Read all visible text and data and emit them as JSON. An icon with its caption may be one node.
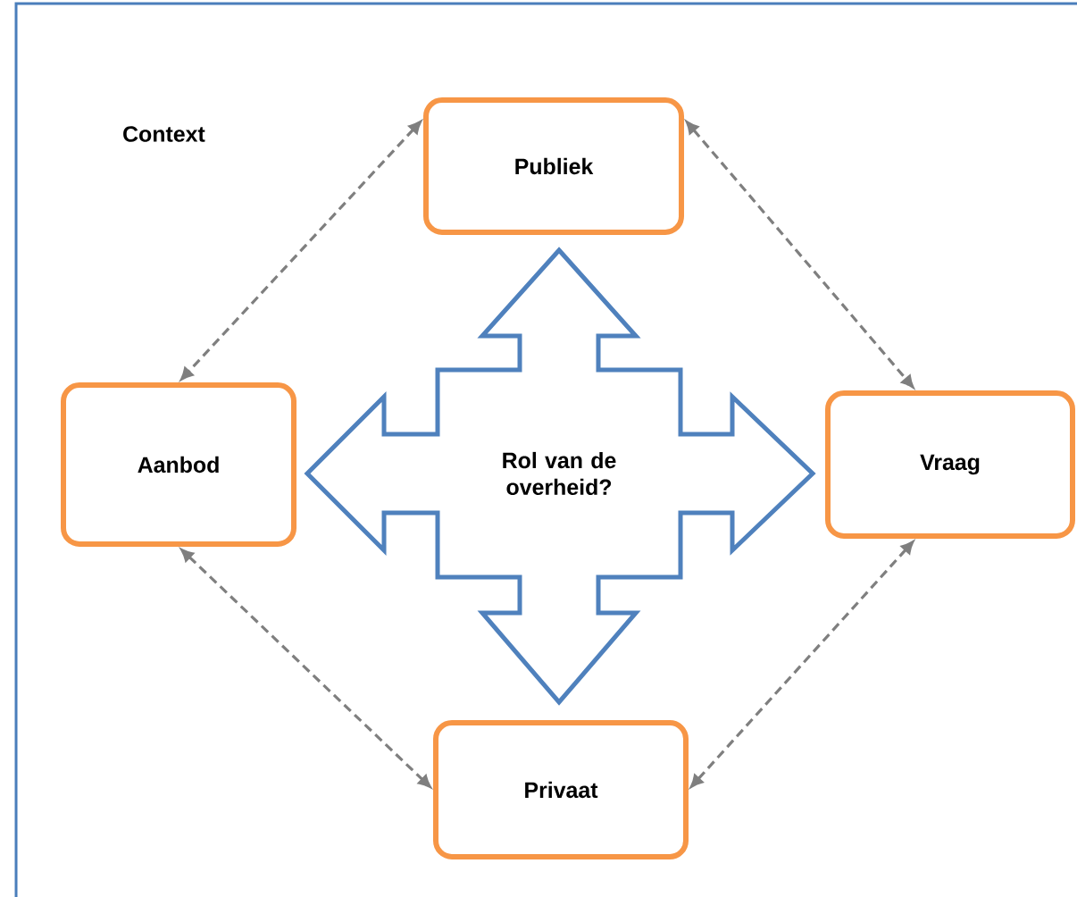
{
  "diagram": {
    "nodes": [
      {
        "text": [
          "Publiek"
        ]
      },
      {
        "text": [
          "Aanbod"
        ]
      },
      {
        "text": [
          "Rol van de overheid?"
        ]
      },
      {
        "text": [
          "Vraag"
        ]
      },
      {
        "text": [
          "Privaat"
        ]
      }
    ],
    "edges": [
      {
        "from": 0,
        "to": 1,
        "arrow": "both",
        "style": "dashed"
      },
      {
        "from": 0,
        "to": 3,
        "arrow": "both",
        "style": "dashed"
      },
      {
        "from": 1,
        "to": 4,
        "arrow": "both",
        "style": "dashed"
      },
      {
        "from": 3,
        "to": 4,
        "arrow": "both",
        "style": "dashed"
      }
    ],
    "labels": [
      "Context"
    ]
  }
}
